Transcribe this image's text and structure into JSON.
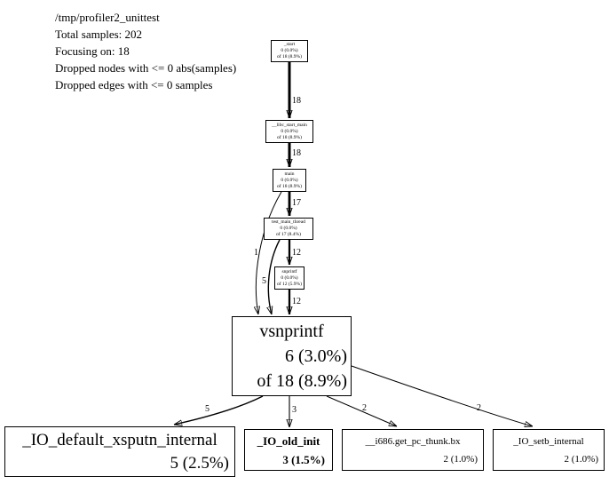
{
  "header": {
    "lines": [
      "/tmp/profiler2_unittest",
      "Total samples: 202",
      "Focusing on: 18",
      "Dropped nodes with <= 0 abs(samples)",
      "Dropped edges with <= 0 samples"
    ]
  },
  "nodes": {
    "start": {
      "name": "_start",
      "self": "0 (0.0%)",
      "total": "of 18 (8.9%)"
    },
    "libc_start_main": {
      "name": "__libc_start_main",
      "self": "0 (0.0%)",
      "total": "of 18 (8.9%)"
    },
    "main": {
      "name": "main",
      "self": "0 (0.0%)",
      "total": "of 18 (8.9%)"
    },
    "test_main_thread": {
      "name": "test_main_thread",
      "self": "0 (0.0%)",
      "total": "of 17 (8.4%)"
    },
    "snprintf": {
      "name": "snprintf",
      "self": "0 (0.0%)",
      "total": "of 12 (5.9%)"
    },
    "vsnprintf": {
      "name": "vsnprintf",
      "self": "6 (3.0%)",
      "total": "of 18 (8.9%)"
    },
    "io_default_xsputn": {
      "name": "_IO_default_xsputn_internal",
      "self": "5 (2.5%)"
    },
    "io_old_init": {
      "name": "_IO_old_init",
      "self": "3 (1.5%)"
    },
    "get_pc_thunk": {
      "name": "__i686.get_pc_thunk.bx",
      "self": "2 (1.0%)"
    },
    "io_setb": {
      "name": "_IO_setb_internal",
      "self": "2 (1.0%)"
    }
  },
  "edges": {
    "start_libc": "18",
    "libc_main": "18",
    "main_test": "17",
    "test_snprintf": "12",
    "snprintf_vsnprintf": "12",
    "main_vsnprintf": "1",
    "test_vsnprintf": "5",
    "vsnprintf_xsputn": "5",
    "vsnprintf_old_init": "3",
    "vsnprintf_thunk": "2",
    "vsnprintf_setb": "2"
  },
  "colors": {
    "edge": "#000000",
    "node_border": "#000000",
    "background": "#ffffff"
  }
}
